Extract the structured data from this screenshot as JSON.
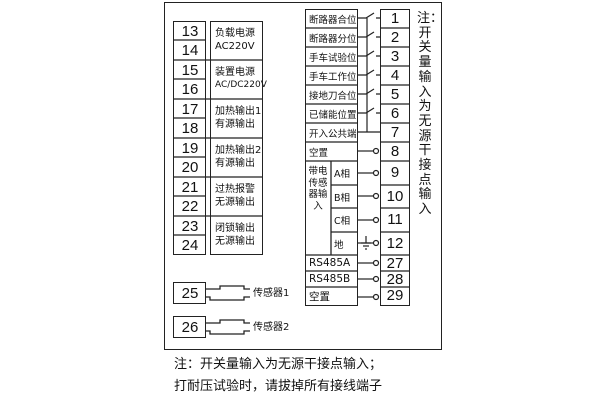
{
  "left_terminals": [
    {
      "pins": [
        "13",
        "14"
      ],
      "lines": [
        "负载电源",
        "AC220V"
      ]
    },
    {
      "pins": [
        "15",
        "16"
      ],
      "lines": [
        "装置电源",
        "AC/DC220V"
      ]
    },
    {
      "pins": [
        "17",
        "18"
      ],
      "lines": [
        "加热输出1",
        "有源输出"
      ]
    },
    {
      "pins": [
        "19",
        "20"
      ],
      "lines": [
        "加热输出2",
        "有源输出"
      ]
    },
    {
      "pins": [
        "21",
        "22"
      ],
      "lines": [
        "过热报警",
        "无源输出"
      ]
    },
    {
      "pins": [
        "23",
        "24"
      ],
      "lines": [
        "闭锁输出",
        "无源输出"
      ]
    }
  ],
  "sensors": [
    {
      "pin": "25",
      "label": "传感器1"
    },
    {
      "pin": "26",
      "label": "传感器2"
    }
  ],
  "right_inputs": [
    {
      "pin": "1",
      "label": "断路器合位"
    },
    {
      "pin": "2",
      "label": "断路器分位"
    },
    {
      "pin": "3",
      "label": "手车试验位"
    },
    {
      "pin": "4",
      "label": "手车工作位"
    },
    {
      "pin": "5",
      "label": "接地刀合位"
    },
    {
      "pin": "6",
      "label": "已储能位置"
    },
    {
      "pin": "7",
      "label": "开入公共端"
    },
    {
      "pin": "8",
      "label": "空置"
    }
  ],
  "sensor_input_group": {
    "label": "带电传感器输入",
    "rows": [
      {
        "pin": "9",
        "label": "A相"
      },
      {
        "pin": "10",
        "label": "B相"
      },
      {
        "pin": "11",
        "label": "C相"
      },
      {
        "pin": "12",
        "label": "地"
      }
    ]
  },
  "comm_terminals": [
    {
      "pin": "27",
      "label": "RS485A"
    },
    {
      "pin": "28",
      "label": "RS485B"
    },
    {
      "pin": "29",
      "label": "空置"
    }
  ],
  "side_note": "注：开关量输入为无源干接点输入",
  "footer_notes": [
    "注：开关量输入为无源干接点输入；",
    "打耐压试验时，请拔掉所有接线端子"
  ]
}
